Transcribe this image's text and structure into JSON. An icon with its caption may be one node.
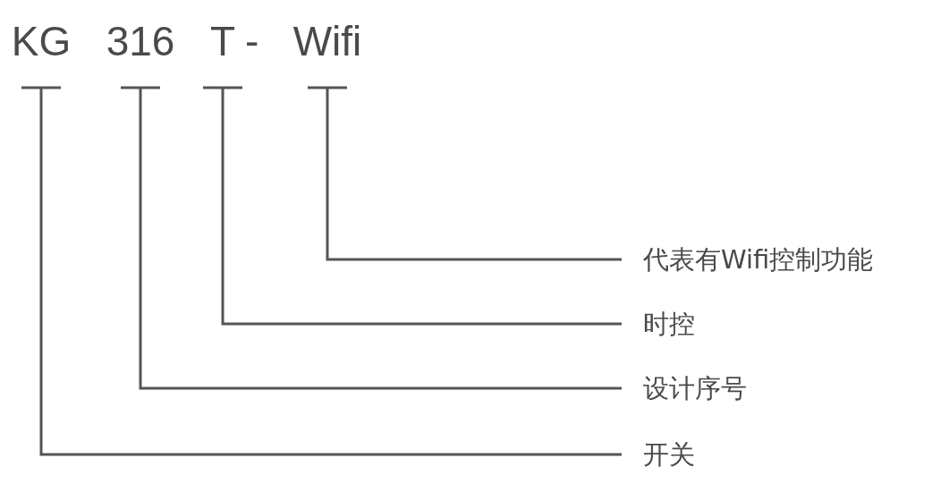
{
  "diagram": {
    "nodes": [
      {
        "text": [
          "KG"
        ]
      },
      {
        "text": [
          "316"
        ]
      },
      {
        "text": [
          "T"
        ]
      },
      {
        "text": [
          "Wifi"
        ]
      },
      {
        "text": [
          "代表有Wifi控制功能"
        ]
      },
      {
        "text": [
          "时控"
        ]
      },
      {
        "text": [
          "设计序号"
        ]
      },
      {
        "text": [
          "开关"
        ]
      }
    ],
    "edges": [
      {
        "from": 3,
        "to": 4,
        "arrow": "other"
      },
      {
        "from": 2,
        "to": 5,
        "arrow": "other"
      },
      {
        "from": 1,
        "to": 6,
        "arrow": "other"
      },
      {
        "from": 0,
        "to": 7,
        "arrow": "other"
      }
    ],
    "labels": [
      "-"
    ]
  }
}
